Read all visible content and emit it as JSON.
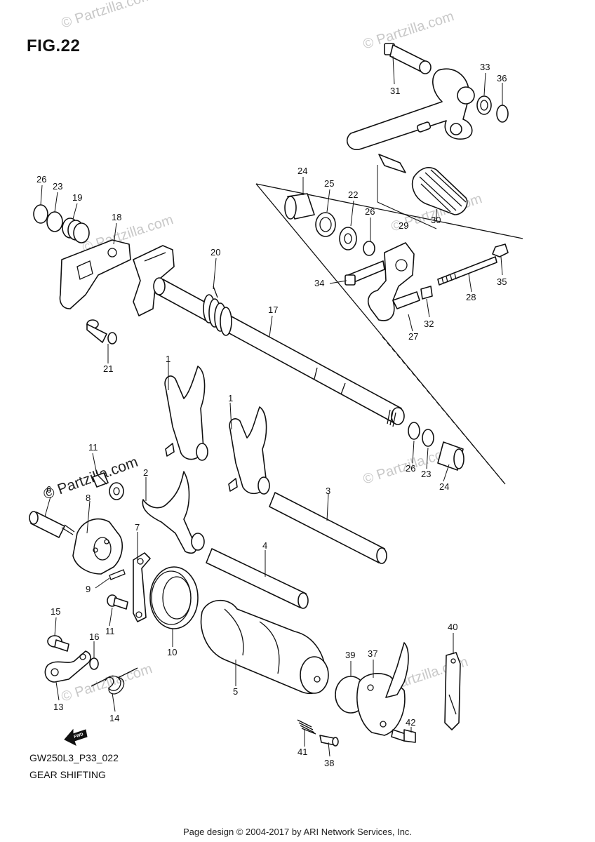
{
  "figure": {
    "title": "FIG.22",
    "model_code": "GW250L3_P33_022",
    "name": "GEAR SHIFTING",
    "footer": "Page design © 2004-2017 by ARI Network Services, Inc.",
    "watermark": "© Partzilla.com",
    "direction_arrow": "FWD"
  },
  "callouts": {
    "c1a": "1",
    "c1b": "1",
    "c2": "2",
    "c3": "3",
    "c4": "4",
    "c5": "5",
    "c6": "6",
    "c7": "7",
    "c8": "8",
    "c9": "9",
    "c10": "10",
    "c11a": "11",
    "c11b": "11",
    "c13": "13",
    "c14": "14",
    "c15": "15",
    "c16": "16",
    "c17": "17",
    "c18": "18",
    "c19": "19",
    "c20": "20",
    "c21": "21",
    "c22": "22",
    "c23a": "23",
    "c23b": "23",
    "c24a": "24",
    "c24b": "24",
    "c25": "25",
    "c26a": "26",
    "c26b": "26",
    "c26c": "26",
    "c27": "27",
    "c28": "28",
    "c29": "29",
    "c30": "30",
    "c31": "31",
    "c32": "32",
    "c33": "33",
    "c34": "34",
    "c35": "35",
    "c36": "36",
    "c37": "37",
    "c38": "38",
    "c39": "39",
    "c40": "40",
    "c41": "41",
    "c42": "42"
  }
}
